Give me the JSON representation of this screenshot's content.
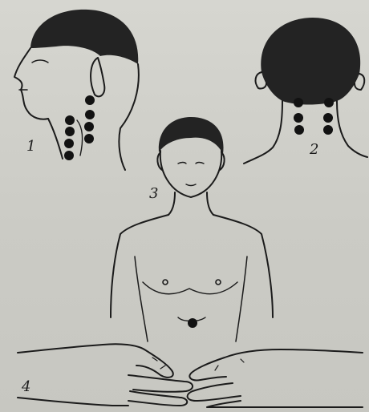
{
  "figure": {
    "panels": [
      {
        "label": "1",
        "subject": "head-profile",
        "points": 8
      },
      {
        "label": "2",
        "subject": "head-back",
        "points": 6
      },
      {
        "label": "3",
        "subject": "torso-front",
        "points": 1
      },
      {
        "label": "4",
        "subject": "hands",
        "points": 0
      }
    ],
    "colors": {
      "paper": "#cfcfc9",
      "ink": "#1b1b1b",
      "dot": "#121212"
    }
  }
}
